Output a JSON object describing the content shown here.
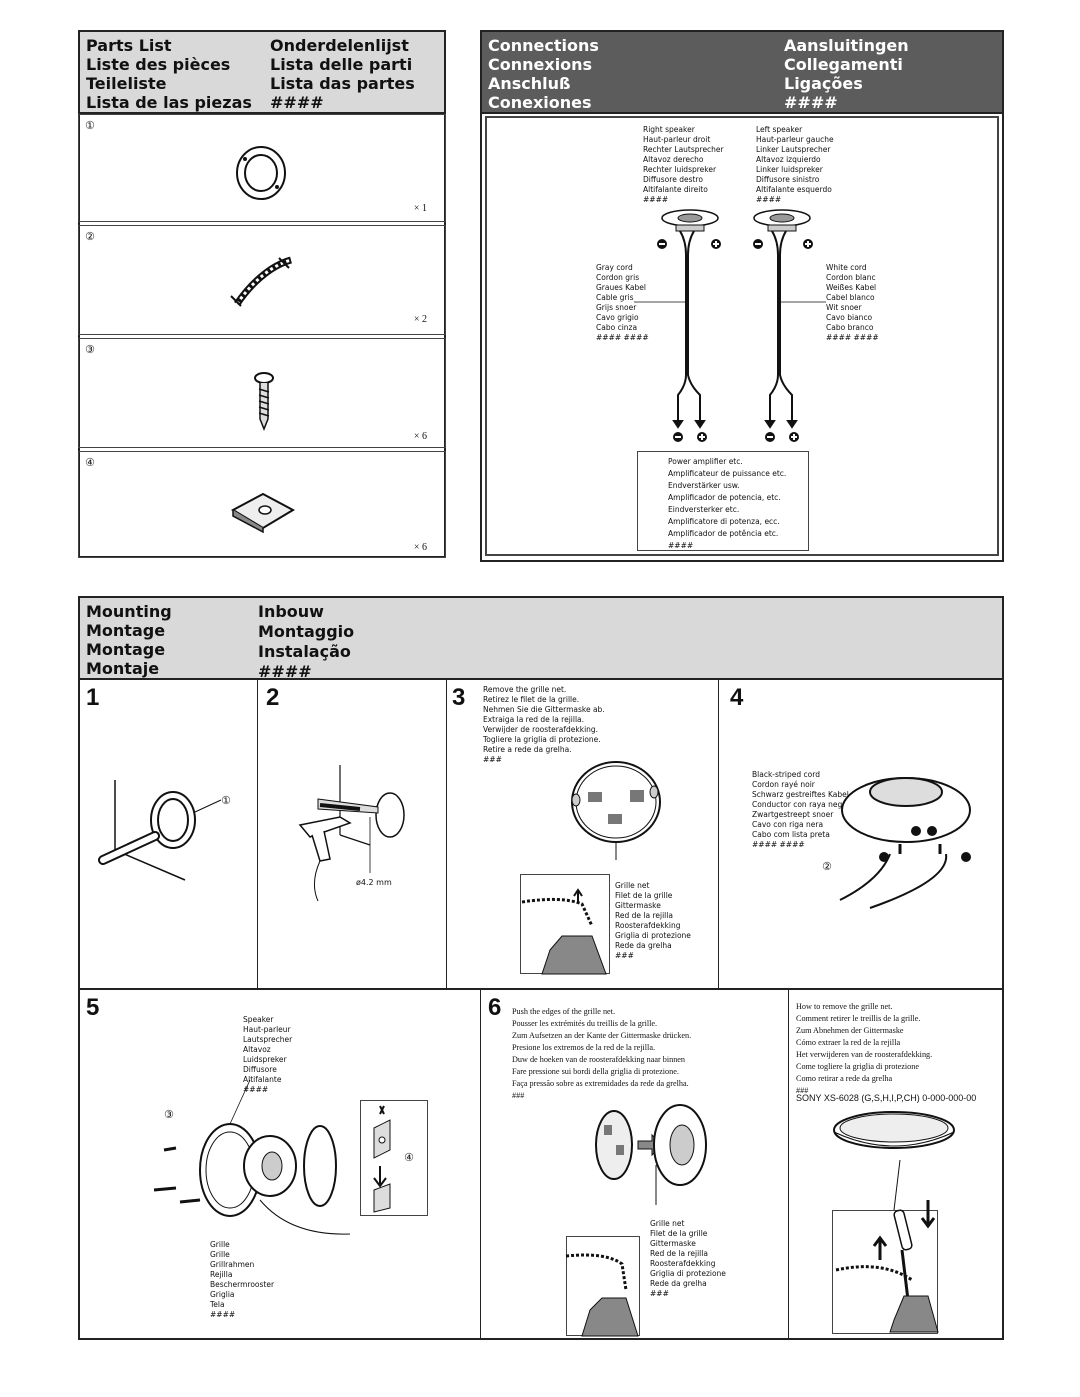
{
  "parts": {
    "titles_left": [
      "Parts List",
      "Liste des pièces",
      "Teileliste",
      "Lista de las piezas"
    ],
    "titles_right": [
      "Onderdelenlijst",
      "Lista delle parti",
      "Lista das partes",
      "####"
    ],
    "items": [
      {
        "index": "①",
        "qty": "× 1"
      },
      {
        "index": "②",
        "qty": "× 2"
      },
      {
        "index": "③",
        "qty": "× 6"
      },
      {
        "index": "④",
        "qty": "× 6"
      }
    ]
  },
  "connections": {
    "titles_left": [
      "Connections",
      "Connexions",
      "Anschluß",
      "Conexiones"
    ],
    "titles_right": [
      "Aansluitingen",
      "Collegamenti",
      "Ligações",
      "####"
    ],
    "right_speaker": [
      "Right speaker",
      "Haut-parleur droit",
      "Rechter Lautsprecher",
      "Altavoz derecho",
      "Rechter luidspreker",
      "Diffusore destro",
      "Altifalante direito",
      "####"
    ],
    "left_speaker": [
      "Left speaker",
      "Haut-parleur gauche",
      "Linker Lautsprecher",
      "Altavoz izquierdo",
      "Linker luidspreker",
      "Diffusore sinistro",
      "Altifalante esquerdo",
      "####"
    ],
    "gray_cord": [
      "Gray cord",
      "Cordon gris",
      "Graues Kabel",
      "Cable gris",
      "Grijs snoer",
      "Cavo grigio",
      "Cabo cinza",
      "#### ####"
    ],
    "white_cord": [
      "White cord",
      "Cordon blanc",
      "Weißes Kabel",
      "Cabel blanco",
      "Wit snoer",
      "Cavo bianco",
      "Cabo branco",
      "#### ####"
    ],
    "amplifier": [
      "Power amplifier etc.",
      "Amplificateur de puissance etc.",
      "Endverstärker usw.",
      "Amplificador de potencia, etc.",
      "Eindversterker etc.",
      "Amplificatore di potenza, ecc.",
      "Amplificador de potência etc.",
      "####"
    ]
  },
  "mounting": {
    "titles_left": [
      "Mounting",
      "Montage",
      "Montage",
      "Montaje"
    ],
    "titles_right": [
      "Inbouw",
      "Montaggio",
      "Instalação",
      "####"
    ],
    "steps": [
      "1",
      "2",
      "3",
      "4",
      "5",
      "6"
    ],
    "step1_part": "①",
    "step2_drill": "ø4.2 mm",
    "step3_text": [
      "Remove the grille net.",
      "Retirez le filet de la grille.",
      "Nehmen Sie die Gittermaske ab.",
      "Extraiga la red de la rejilla.",
      "Verwijder de roosterafdekking.",
      "Togliere la griglia di protezione.",
      "Retire a rede da grelha.",
      "###"
    ],
    "grille_net": [
      "Grille net",
      "Filet de la grille",
      "Gittermaske",
      "Red de la rejilla",
      "Roosterafdekking",
      "Griglia di protezione",
      "Rede da grelha",
      "###"
    ],
    "step4_cord": [
      "Black-striped cord",
      "Cordon rayé noir",
      "Schwarz gestreiftes Kabel",
      "Conductor con raya negra",
      "Zwartgestreept snoer",
      "Cavo con riga nera",
      "Cabo com lista preta",
      "#### ####"
    ],
    "step4_part": "②",
    "speaker": [
      "Speaker",
      "Haut-parleur",
      "Lautsprecher",
      "Altavoz",
      "Luidspreker",
      "Diffusore",
      "Altifalante",
      "####"
    ],
    "grille": [
      "Grille",
      "Grille",
      "Grillrahmen",
      "Rejilla",
      "Beschermrooster",
      "Griglia",
      "Tela",
      "####"
    ],
    "step5_part3": "③",
    "step5_part4": "④",
    "step6_text": [
      "Push the edges of the grille net.",
      "Pousser les extrémités du treillis de la grille.",
      "Zum Aufsetzen an der Kante der Gittermaske drücken.",
      "Presione los extremos de la red de la rejilla.",
      "Duw de hoeken van de roosterafdekking naar binnen",
      "Fare pressione sui bordi della griglia di protezione.",
      "Faça pressão sobre as extremidades da rede da grelha.",
      "###"
    ],
    "remove_text": [
      "How to remove the grille net.",
      "Comment retirer le treillis de la grille.",
      "Zum Abnehmen der Gittermaske",
      "Cómo extraer la red de la rejilla",
      "Het verwijderen van de roosterafdekking.",
      "Come togliere la griglia di protezione",
      "Como retirar a rede da grelha",
      "###"
    ],
    "model": "SONY XS-6028 (G,S,H,I,P,CH) 0-000-000-00"
  }
}
